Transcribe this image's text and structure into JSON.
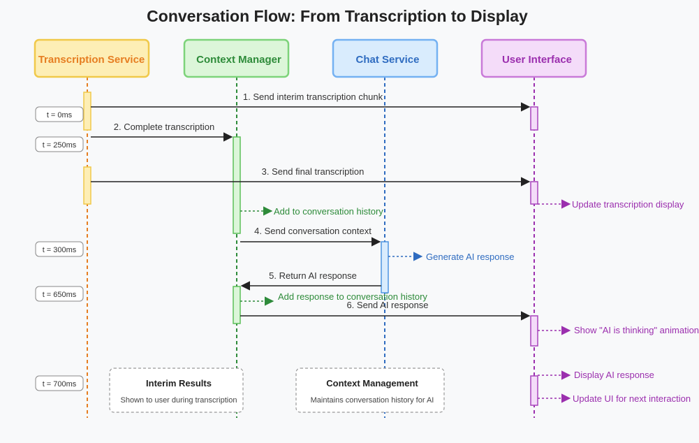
{
  "title": "Conversation Flow: From Transcription to Display",
  "participants": {
    "transcription": {
      "label": "Transcription Service",
      "color": "#e67e22",
      "fill": "#fdeeb5",
      "stroke": "#f0c94a"
    },
    "context": {
      "label": "Context Manager",
      "color": "#2e8b3a",
      "fill": "#dcf6d9",
      "stroke": "#7dd37a"
    },
    "chat": {
      "label": "Chat Service",
      "color": "#2f6cc0",
      "fill": "#d9ecfd",
      "stroke": "#74b1f2"
    },
    "ui": {
      "label": "User Interface",
      "color": "#9b2fae",
      "fill": "#f4dcf9",
      "stroke": "#c97ad8"
    }
  },
  "timestamps": {
    "t0": "t = 0ms",
    "t250": "t = 250ms",
    "t300": "t = 300ms",
    "t650": "t = 650ms",
    "t700": "t = 700ms"
  },
  "messages": {
    "m1": "1. Send interim transcription chunk",
    "m2": "2. Complete transcription",
    "m3": "3. Send final transcription",
    "m4": "4. Send conversation context",
    "m5": "5. Return AI response",
    "m6": "6. Send AI response"
  },
  "notes": {
    "add_history": "Add to conversation history",
    "update_display": "Update transcription display",
    "generate": "Generate AI response",
    "add_response": "Add response to conversation history",
    "thinking": "Show \"AI is thinking\" animation",
    "display_ai": "Display AI response",
    "update_ui": "Update UI for next interaction"
  },
  "boxes": {
    "interim": {
      "title": "Interim Results",
      "text": "Shown to user during transcription"
    },
    "context": {
      "title": "Context Management",
      "text": "Maintains conversation history for AI"
    }
  }
}
